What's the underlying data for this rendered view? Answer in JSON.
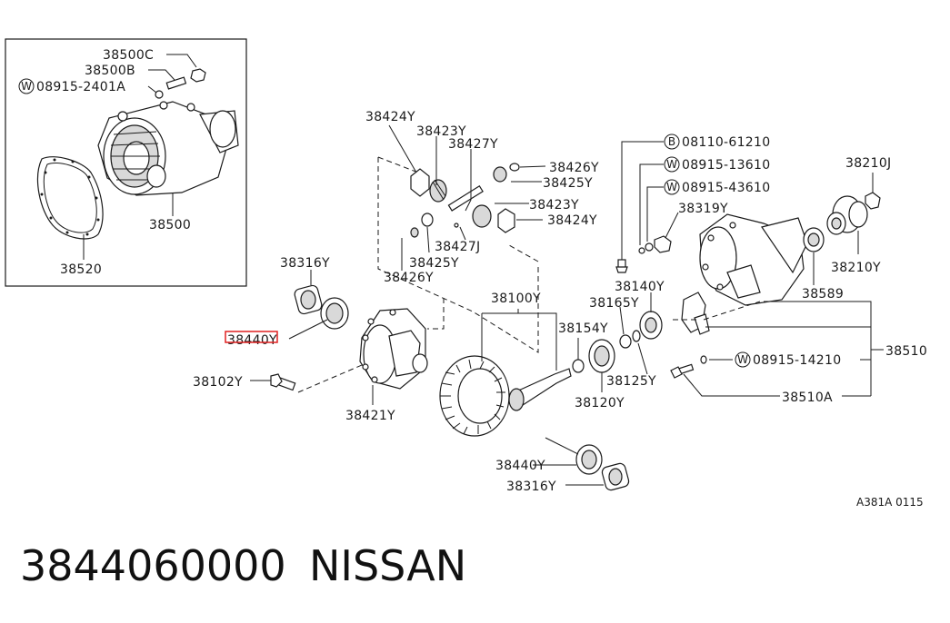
{
  "footer": {
    "part_number": "3844060000",
    "brand": "NISSAN"
  },
  "diagram_code": "A381A 0115",
  "colors": {
    "highlight": "#e02020",
    "ink": "#1a1a1a"
  },
  "inset_labels": {
    "l38500C": "38500C",
    "l38500B": "38500B",
    "l08915_2401A": "08915-2401A",
    "l38500": "38500",
    "l38520": "38520",
    "w_prefix": "W"
  },
  "labels": {
    "l38424Y_a": "38424Y",
    "l38423Y_a": "38423Y",
    "l38427Y": "38427Y",
    "l38426Y_a": "38426Y",
    "l38425Y_a": "38425Y",
    "l38423Y_b": "38423Y",
    "l38424Y_b": "38424Y",
    "l38427J": "38427J",
    "l38425Y_b": "38425Y",
    "l38426Y_b": "38426Y",
    "l08110_61210": "08110-61210",
    "l08915_13610": "08915-13610",
    "l08915_43610": "08915-43610",
    "l38319Y": "38319Y",
    "l38210J": "38210J",
    "l38210Y": "38210Y",
    "l38589": "38589",
    "l38510": "38510",
    "l08915_14210": "08915-14210",
    "l38510A": "38510A",
    "l38316Y_a": "38316Y",
    "l38440Y_a": "38440Y",
    "l38102Y": "38102Y",
    "l38421Y": "38421Y",
    "l38100Y": "38100Y",
    "l38165Y": "38165Y",
    "l38140Y": "38140Y",
    "l38154Y": "38154Y",
    "l38125Y": "38125Y",
    "l38120Y": "38120Y",
    "l38440Y_b": "38440Y",
    "l38316Y_b": "38316Y",
    "b_prefix": "B",
    "w_prefix": "W"
  }
}
